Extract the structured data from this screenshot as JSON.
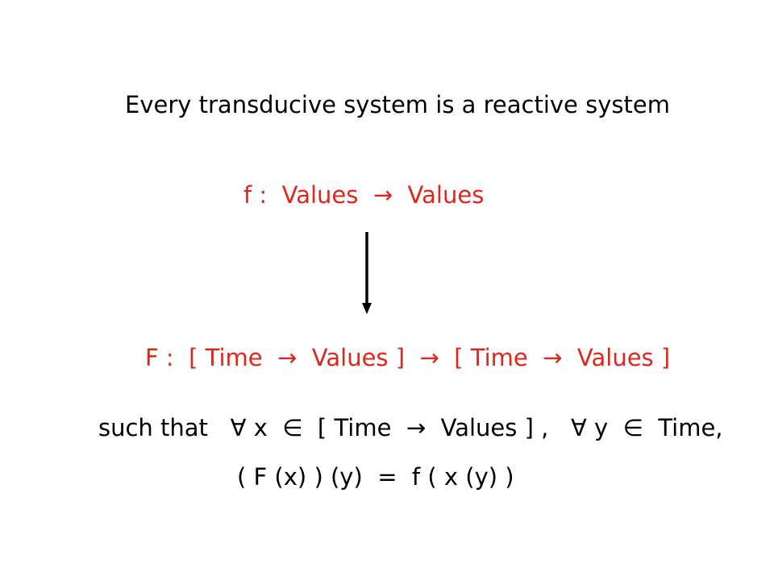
{
  "slide": {
    "title": "Every transducive system is a reactive system",
    "f_signature": "f :  Values  →  Values",
    "F_signature": "F :  [ Time  →  Values ]  →  [ Time  →  Values ]",
    "condition": "such that   ∀ x  ∈  [ Time  →  Values ] ,   ∀ y  ∈  Time,",
    "equation": "( F (x) ) (y)  =  f ( x (y) )",
    "colors": {
      "text": "#000000",
      "highlight": "#e0261b"
    },
    "arrow_icon": "arrow-down-icon"
  }
}
